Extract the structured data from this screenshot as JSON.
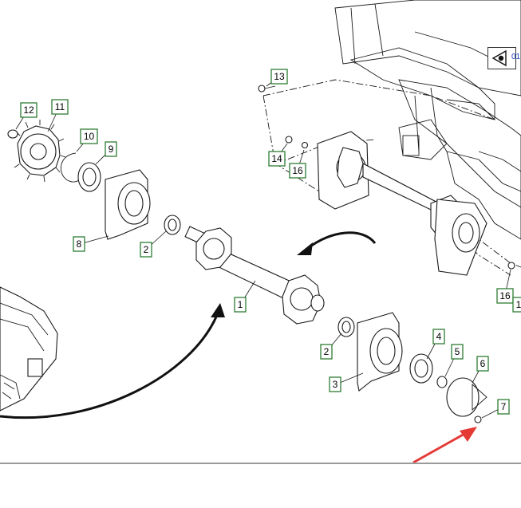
{
  "diagram": {
    "callouts": [
      {
        "label": "1"
      },
      {
        "label": "2"
      },
      {
        "label": "2"
      },
      {
        "label": "3"
      },
      {
        "label": "4"
      },
      {
        "label": "5"
      },
      {
        "label": "6"
      },
      {
        "label": "7"
      },
      {
        "label": "8"
      },
      {
        "label": "9"
      },
      {
        "label": "10"
      },
      {
        "label": "11"
      },
      {
        "label": "12"
      },
      {
        "label": "13"
      },
      {
        "label": "14"
      },
      {
        "label": "16"
      },
      {
        "label": "16"
      },
      {
        "label": "1"
      }
    ],
    "view_toggle": {
      "icon": "eye-view-icon",
      "text": "01"
    },
    "arrow_color": "#e53935",
    "callout_border_color": "#2e7d32"
  }
}
